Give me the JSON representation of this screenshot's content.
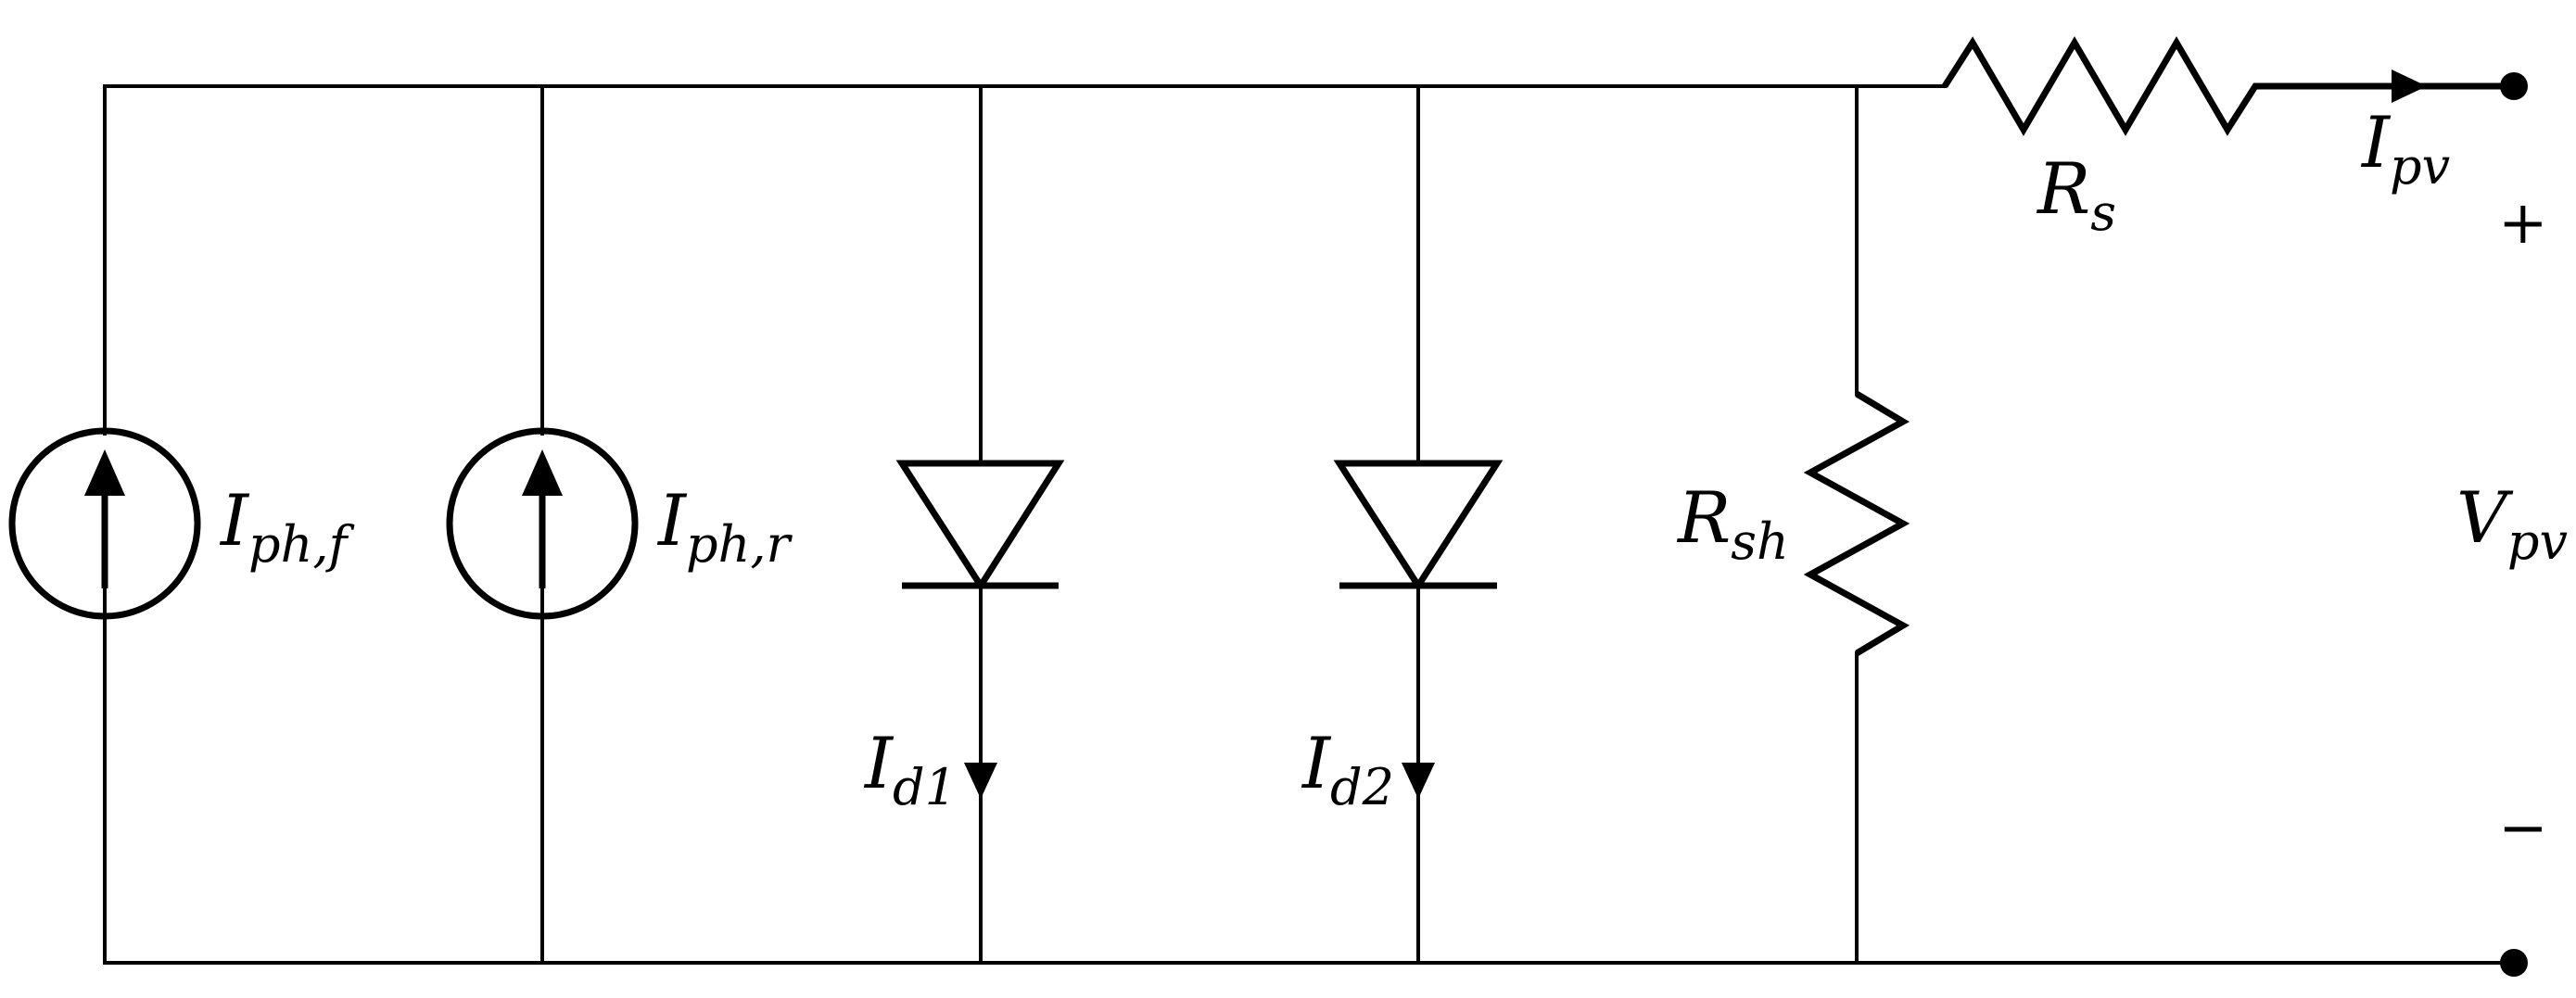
{
  "labels": {
    "iph_f": {
      "main": "I",
      "sub": "ph,f"
    },
    "iph_r": {
      "main": "I",
      "sub": "ph,r"
    },
    "id1": {
      "main": "I",
      "sub": "d1"
    },
    "id2": {
      "main": "I",
      "sub": "d2"
    },
    "rsh": {
      "main": "R",
      "sub": "sh"
    },
    "rs": {
      "main": "R",
      "sub": "s"
    },
    "ipv": {
      "main": "I",
      "sub": "pv"
    },
    "vpv": {
      "main": "V",
      "sub": "pv"
    },
    "plus": "+",
    "minus": "−"
  },
  "colors": {
    "stroke": "#000000",
    "background": "#ffffff"
  }
}
